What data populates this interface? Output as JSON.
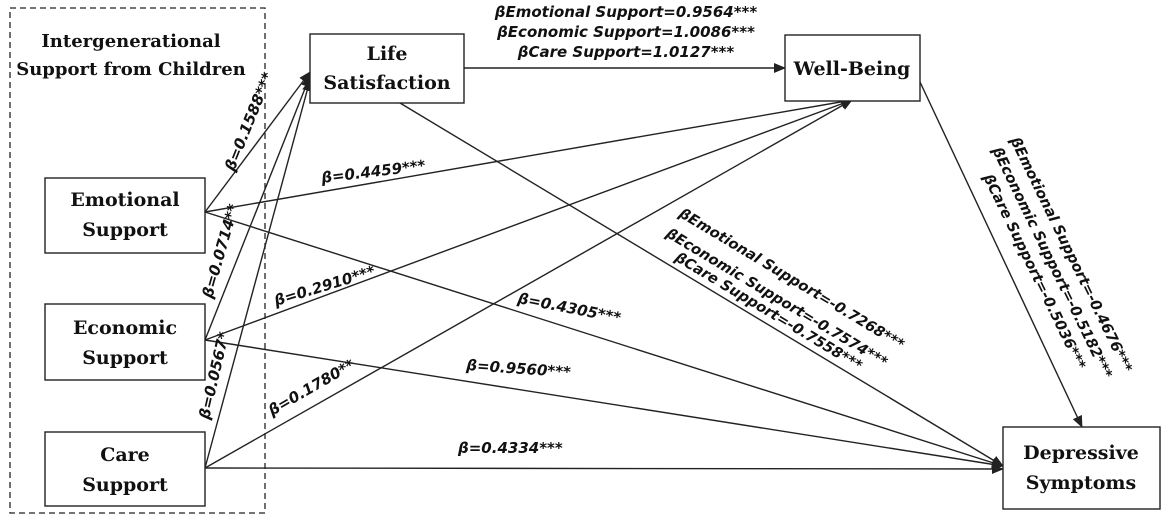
{
  "group": {
    "title_line1": "Intergenerational",
    "title_line2": "Support from Children"
  },
  "nodes": {
    "emotional": {
      "line1": "Emotional",
      "line2": "Support"
    },
    "economic": {
      "line1": "Economic",
      "line2": "Support"
    },
    "care": {
      "line1": "Care",
      "line2": "Support"
    },
    "life": {
      "line1": "Life",
      "line2": "Satisfaction"
    },
    "wellbeing": {
      "line1": "Well-Being"
    },
    "depressive": {
      "line1": "Depressive",
      "line2": "Symptoms"
    }
  },
  "labels": {
    "emo_life": "β=0.1588***",
    "eco_life": "β=0.0714**",
    "care_life": "β=0.0567*",
    "emo_wb": "β=0.4459***",
    "eco_wb": "β=0.2910***",
    "care_wb": "β=0.1780**",
    "emo_dep": "β=0.4305***",
    "eco_dep": "β=0.9560***",
    "care_dep": "β=0.4334***",
    "life_wb": [
      "βEmotional Support=0.9564***",
      "βEconomic Support=1.0086***",
      "βCare Support=1.0127***"
    ],
    "life_dep": [
      "βEmotional Support=-0.7268***",
      "βEconomic Support=-0.7574***",
      "βCare Support=-0.7558***"
    ],
    "wb_dep": [
      "βEmotional Support=-0.4676***",
      "βEconomic Support=-0.5182***",
      "βCare Support=-0.5036***"
    ]
  }
}
